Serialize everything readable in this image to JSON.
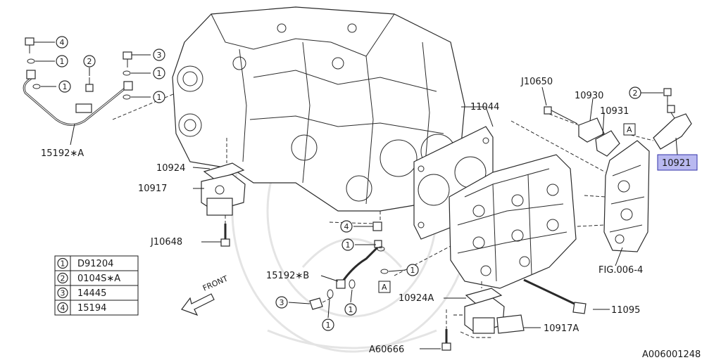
{
  "diagram": {
    "catalog_code": "A006001248",
    "labels": {
      "hose_a": "15192∗A",
      "hose_b": "15192∗B",
      "head_gasket": "11044",
      "bolt_j10650": "J10650",
      "cover_10930": "10930",
      "gasket_10931": "10931",
      "sensor_10921": "10921",
      "gasket_10924": "10924",
      "valve_10917": "10917",
      "bolt_j10648": "J10648",
      "gasket_10924a": "10924A",
      "valve_10917a": "10917A",
      "bolt_11095": "11095",
      "bolt_a60666": "A60666",
      "ref_fig": "FIG.006-4",
      "front": "FRONT"
    },
    "ref_box": "A",
    "callouts": [
      "1",
      "2",
      "3",
      "4"
    ],
    "legend": [
      {
        "num": "1",
        "code": "D91204"
      },
      {
        "num": "2",
        "code": "0104S∗A"
      },
      {
        "num": "3",
        "code": "14445"
      },
      {
        "num": "4",
        "code": "15194"
      }
    ],
    "colors": {
      "line": "#1a1a1a",
      "highlight_fill": "#b9b9f0",
      "highlight_border": "#3333aa",
      "watermark": "#e4e4e4"
    }
  }
}
